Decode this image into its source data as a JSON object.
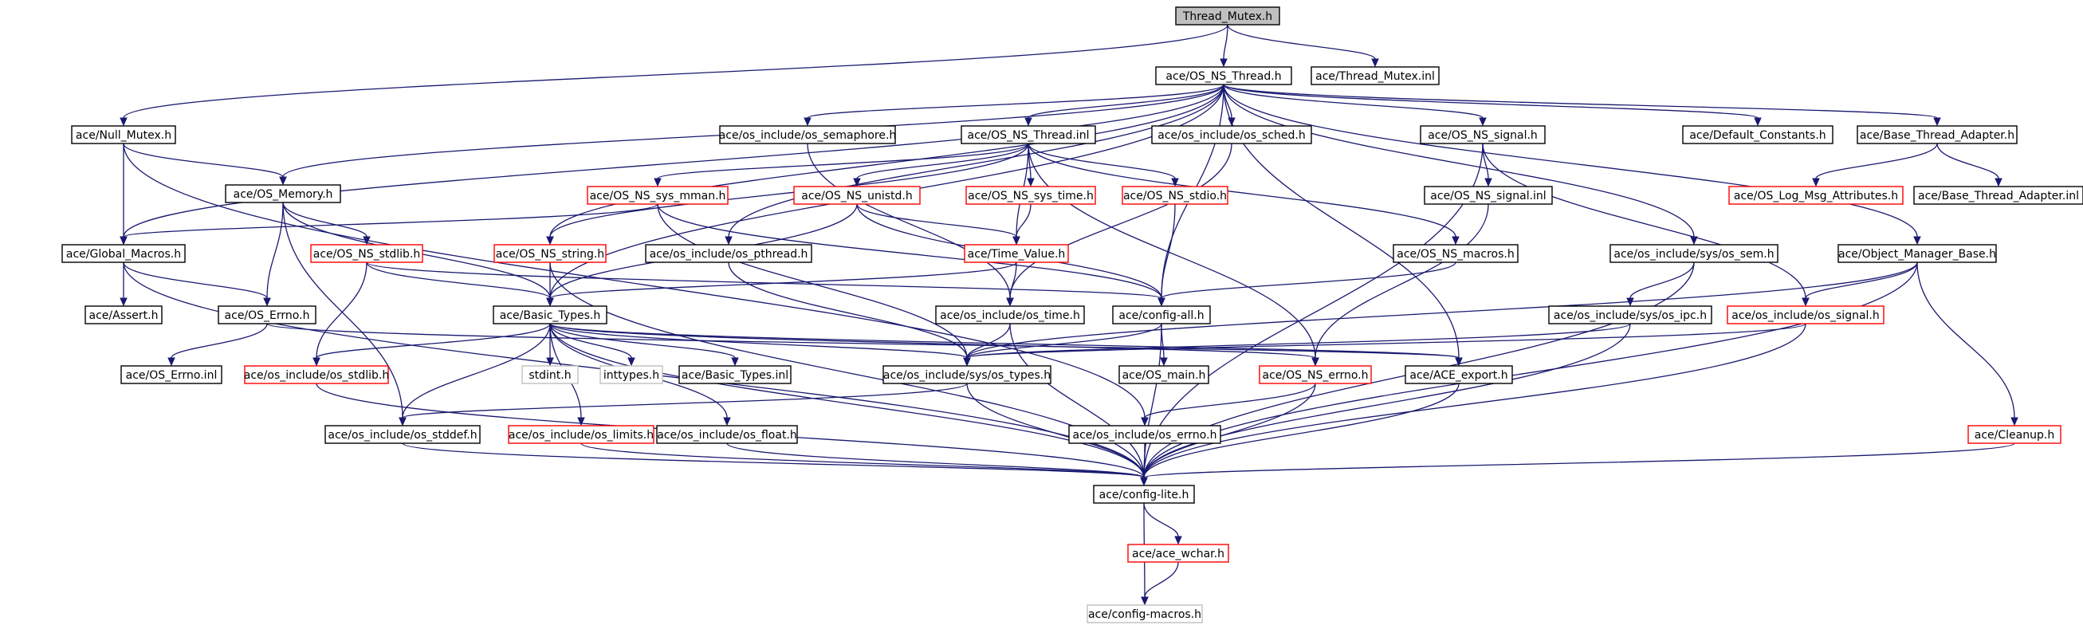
{
  "nodes": [
    {
      "id": "thread_mutex_h",
      "label": "Thread_Mutex.h",
      "style": "root"
    },
    {
      "id": "os_ns_thread_h",
      "label": "ace/OS_NS_Thread.h",
      "style": "normal"
    },
    {
      "id": "thread_mutex_inl",
      "label": "ace/Thread_Mutex.inl",
      "style": "normal"
    },
    {
      "id": "null_mutex_h",
      "label": "ace/Null_Mutex.h",
      "style": "normal"
    },
    {
      "id": "os_semaphore_h",
      "label": "ace/os_include/os_semaphore.h",
      "style": "normal"
    },
    {
      "id": "os_ns_thread_inl",
      "label": "ace/OS_NS_Thread.inl",
      "style": "normal"
    },
    {
      "id": "os_sched_h",
      "label": "ace/os_include/os_sched.h",
      "style": "normal"
    },
    {
      "id": "os_ns_signal_h",
      "label": "ace/OS_NS_signal.h",
      "style": "normal"
    },
    {
      "id": "default_constants_h",
      "label": "ace/Default_Constants.h",
      "style": "normal"
    },
    {
      "id": "base_thread_adapter_h",
      "label": "ace/Base_Thread_Adapter.h",
      "style": "normal"
    },
    {
      "id": "os_memory_h",
      "label": "ace/OS_Memory.h",
      "style": "normal"
    },
    {
      "id": "os_ns_sys_mman_h",
      "label": "ace/OS_NS_sys_mman.h",
      "style": "red"
    },
    {
      "id": "os_ns_unistd_h",
      "label": "ace/OS_NS_unistd.h",
      "style": "red"
    },
    {
      "id": "os_ns_sys_time_h",
      "label": "ace/OS_NS_sys_time.h",
      "style": "red"
    },
    {
      "id": "os_ns_stdio_h",
      "label": "ace/OS_NS_stdio.h",
      "style": "red"
    },
    {
      "id": "os_ns_signal_inl",
      "label": "ace/OS_NS_signal.inl",
      "style": "normal"
    },
    {
      "id": "os_log_msg_attributes_h",
      "label": "ace/OS_Log_Msg_Attributes.h",
      "style": "red"
    },
    {
      "id": "base_thread_adapter_inl",
      "label": "ace/Base_Thread_Adapter.inl",
      "style": "normal"
    },
    {
      "id": "global_macros_h",
      "label": "ace/Global_Macros.h",
      "style": "normal"
    },
    {
      "id": "os_ns_stdlib_h",
      "label": "ace/OS_NS_stdlib.h",
      "style": "red"
    },
    {
      "id": "os_ns_string_h",
      "label": "ace/OS_NS_string.h",
      "style": "red"
    },
    {
      "id": "os_pthread_h",
      "label": "ace/os_include/os_pthread.h",
      "style": "normal"
    },
    {
      "id": "time_value_h",
      "label": "ace/Time_Value.h",
      "style": "red"
    },
    {
      "id": "os_ns_macros_h",
      "label": "ace/OS_NS_macros.h",
      "style": "normal"
    },
    {
      "id": "os_sem_h",
      "label": "ace/os_include/sys/os_sem.h",
      "style": "normal"
    },
    {
      "id": "object_manager_base_h",
      "label": "ace/Object_Manager_Base.h",
      "style": "normal"
    },
    {
      "id": "assert_h",
      "label": "ace/Assert.h",
      "style": "normal"
    },
    {
      "id": "os_errno_h",
      "label": "ace/OS_Errno.h",
      "style": "normal"
    },
    {
      "id": "basic_types_h",
      "label": "ace/Basic_Types.h",
      "style": "normal"
    },
    {
      "id": "os_time_h",
      "label": "ace/os_include/os_time.h",
      "style": "normal"
    },
    {
      "id": "config_all_h",
      "label": "ace/config-all.h",
      "style": "normal"
    },
    {
      "id": "os_ipc_h",
      "label": "ace/os_include/sys/os_ipc.h",
      "style": "normal"
    },
    {
      "id": "os_signal_h",
      "label": "ace/os_include/os_signal.h",
      "style": "red"
    },
    {
      "id": "os_errno_inl",
      "label": "ace/OS_Errno.inl",
      "style": "normal"
    },
    {
      "id": "os_stdlib_h",
      "label": "ace/os_include/os_stdlib.h",
      "style": "red"
    },
    {
      "id": "stdint_h",
      "label": "stdint.h",
      "style": "grey"
    },
    {
      "id": "inttypes_h",
      "label": "inttypes.h",
      "style": "grey"
    },
    {
      "id": "basic_types_inl",
      "label": "ace/Basic_Types.inl",
      "style": "normal"
    },
    {
      "id": "os_types_h",
      "label": "ace/os_include/sys/os_types.h",
      "style": "normal"
    },
    {
      "id": "os_main_h",
      "label": "ace/OS_main.h",
      "style": "normal"
    },
    {
      "id": "os_ns_errno_h",
      "label": "ace/OS_NS_errno.h",
      "style": "red"
    },
    {
      "id": "ace_export_h",
      "label": "ace/ACE_export.h",
      "style": "normal"
    },
    {
      "id": "os_stddef_h",
      "label": "ace/os_include/os_stddef.h",
      "style": "normal"
    },
    {
      "id": "os_limits_h",
      "label": "ace/os_include/os_limits.h",
      "style": "red"
    },
    {
      "id": "os_float_h",
      "label": "ace/os_include/os_float.h",
      "style": "normal"
    },
    {
      "id": "os_errno_inc_h",
      "label": "ace/os_include/os_errno.h",
      "style": "normal"
    },
    {
      "id": "cleanup_h",
      "label": "ace/Cleanup.h",
      "style": "red"
    },
    {
      "id": "config_lite_h",
      "label": "ace/config-lite.h",
      "style": "normal"
    },
    {
      "id": "ace_wchar_h",
      "label": "ace/ace_wchar.h",
      "style": "red"
    },
    {
      "id": "config_macros_h",
      "label": "ace/config-macros.h",
      "style": "grey"
    }
  ],
  "edges": [
    [
      "thread_mutex_h",
      "os_ns_thread_h"
    ],
    [
      "thread_mutex_h",
      "thread_mutex_inl"
    ],
    [
      "thread_mutex_h",
      "null_mutex_h"
    ],
    [
      "os_ns_thread_h",
      "os_semaphore_h"
    ],
    [
      "os_ns_thread_h",
      "os_ns_thread_inl"
    ],
    [
      "os_ns_thread_h",
      "os_sched_h"
    ],
    [
      "os_ns_thread_h",
      "os_ns_signal_h"
    ],
    [
      "os_ns_thread_h",
      "default_constants_h"
    ],
    [
      "os_ns_thread_h",
      "base_thread_adapter_h"
    ],
    [
      "os_ns_thread_h",
      "os_memory_h"
    ],
    [
      "os_ns_thread_h",
      "global_macros_h"
    ],
    [
      "os_ns_thread_h",
      "basic_types_h"
    ],
    [
      "os_ns_thread_h",
      "config_all_h"
    ],
    [
      "os_ns_thread_h",
      "os_pthread_h"
    ],
    [
      "os_ns_thread_h",
      "os_ns_string_h"
    ],
    [
      "os_ns_thread_h",
      "os_sem_h"
    ],
    [
      "os_ns_thread_h",
      "object_manager_base_h"
    ],
    [
      "os_ns_thread_h",
      "ace_export_h"
    ],
    [
      "null_mutex_h",
      "os_memory_h"
    ],
    [
      "null_mutex_h",
      "global_macros_h"
    ],
    [
      "null_mutex_h",
      "os_errno_inc_h"
    ],
    [
      "os_semaphore_h",
      "os_time_h"
    ],
    [
      "os_ns_thread_inl",
      "os_ns_sys_mman_h"
    ],
    [
      "os_ns_thread_inl",
      "os_ns_unistd_h"
    ],
    [
      "os_ns_thread_inl",
      "os_ns_sys_time_h"
    ],
    [
      "os_ns_thread_inl",
      "os_ns_stdio_h"
    ],
    [
      "os_ns_thread_inl",
      "os_ns_macros_h"
    ],
    [
      "os_ns_thread_inl",
      "time_value_h"
    ],
    [
      "os_ns_thread_inl",
      "os_ns_errno_h"
    ],
    [
      "os_ns_thread_inl",
      "os_ns_string_h"
    ],
    [
      "os_sched_h",
      "os_time_h"
    ],
    [
      "os_ns_signal_h",
      "os_ns_signal_inl"
    ],
    [
      "os_ns_signal_h",
      "os_signal_h"
    ],
    [
      "os_ns_signal_h",
      "config_lite_h"
    ],
    [
      "os_ns_signal_inl",
      "os_ns_errno_h"
    ],
    [
      "base_thread_adapter_h",
      "os_log_msg_attributes_h"
    ],
    [
      "base_thread_adapter_h",
      "base_thread_adapter_inl"
    ],
    [
      "os_memory_h",
      "os_ns_stdlib_h"
    ],
    [
      "os_memory_h",
      "os_errno_h"
    ],
    [
      "os_memory_h",
      "basic_types_h"
    ],
    [
      "os_memory_h",
      "os_stddef_h"
    ],
    [
      "os_ns_sys_mman_h",
      "global_macros_h"
    ],
    [
      "os_ns_sys_mman_h",
      "os_types_h"
    ],
    [
      "os_ns_sys_mman_h",
      "config_all_h"
    ],
    [
      "os_ns_unistd_h",
      "time_value_h"
    ],
    [
      "os_ns_unistd_h",
      "basic_types_h"
    ],
    [
      "os_ns_unistd_h",
      "config_all_h"
    ],
    [
      "os_ns_sys_time_h",
      "time_value_h"
    ],
    [
      "os_ns_stdio_h",
      "config_all_h"
    ],
    [
      "global_macros_h",
      "assert_h"
    ],
    [
      "global_macros_h",
      "os_errno_h"
    ],
    [
      "global_macros_h",
      "config_lite_h"
    ],
    [
      "os_ns_stdlib_h",
      "basic_types_h"
    ],
    [
      "os_ns_stdlib_h",
      "os_stdlib_h"
    ],
    [
      "os_ns_stdlib_h",
      "config_all_h"
    ],
    [
      "os_ns_string_h",
      "basic_types_h"
    ],
    [
      "os_ns_string_h",
      "config_lite_h"
    ],
    [
      "os_pthread_h",
      "os_types_h"
    ],
    [
      "time_value_h",
      "basic_types_h"
    ],
    [
      "time_value_h",
      "os_time_h"
    ],
    [
      "os_ns_macros_h",
      "config_all_h"
    ],
    [
      "os_sem_h",
      "os_ipc_h"
    ],
    [
      "os_sem_h",
      "config_lite_h"
    ],
    [
      "object_manager_base_h",
      "os_signal_h"
    ],
    [
      "object_manager_base_h",
      "cleanup_h"
    ],
    [
      "object_manager_base_h",
      "os_types_h"
    ],
    [
      "object_manager_base_h",
      "config_lite_h"
    ],
    [
      "os_errno_h",
      "os_errno_inl"
    ],
    [
      "os_errno_h",
      "ace_export_h"
    ],
    [
      "basic_types_h",
      "stdint_h"
    ],
    [
      "basic_types_h",
      "inttypes_h"
    ],
    [
      "basic_types_h",
      "basic_types_inl"
    ],
    [
      "basic_types_h",
      "os_types_h"
    ],
    [
      "basic_types_h",
      "os_stdlib_h"
    ],
    [
      "basic_types_h",
      "os_stddef_h"
    ],
    [
      "basic_types_h",
      "os_limits_h"
    ],
    [
      "basic_types_h",
      "os_float_h"
    ],
    [
      "basic_types_h",
      "config_lite_h"
    ],
    [
      "basic_types_h",
      "os_ns_errno_h"
    ],
    [
      "basic_types_h",
      "ace_export_h"
    ],
    [
      "os_time_h",
      "os_types_h"
    ],
    [
      "os_time_h",
      "config_lite_h"
    ],
    [
      "config_all_h",
      "os_main_h"
    ],
    [
      "config_all_h",
      "config_lite_h"
    ],
    [
      "config_all_h",
      "os_types_h"
    ],
    [
      "os_ipc_h",
      "os_types_h"
    ],
    [
      "os_ipc_h",
      "config_lite_h"
    ],
    [
      "os_signal_h",
      "os_types_h"
    ],
    [
      "os_signal_h",
      "config_lite_h"
    ],
    [
      "os_stdlib_h",
      "config_lite_h"
    ],
    [
      "os_types_h",
      "os_stddef_h"
    ],
    [
      "os_types_h",
      "config_lite_h"
    ],
    [
      "os_ns_errno_h",
      "os_errno_inc_h"
    ],
    [
      "os_ns_errno_h",
      "config_lite_h"
    ],
    [
      "ace_export_h",
      "config_lite_h"
    ],
    [
      "os_stddef_h",
      "config_lite_h"
    ],
    [
      "os_limits_h",
      "config_lite_h"
    ],
    [
      "os_float_h",
      "config_lite_h"
    ],
    [
      "os_errno_inc_h",
      "config_lite_h"
    ],
    [
      "cleanup_h",
      "config_lite_h"
    ],
    [
      "config_lite_h",
      "ace_wchar_h"
    ],
    [
      "config_lite_h",
      "config_macros_h"
    ],
    [
      "ace_wchar_h",
      "config_macros_h"
    ]
  ]
}
